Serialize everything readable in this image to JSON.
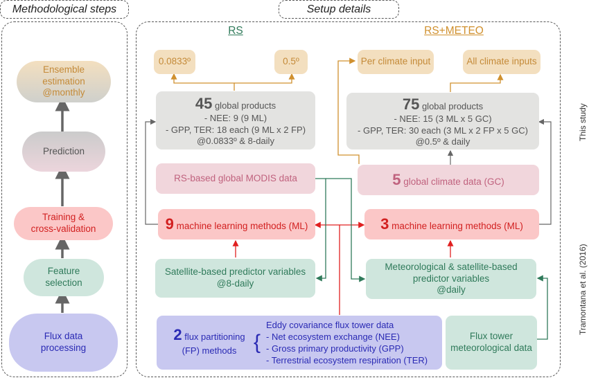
{
  "headers": {
    "methodological": "Methodological steps",
    "setup": "Setup details"
  },
  "columns": {
    "rs": "RS",
    "rsmeteo": "RS+METEO"
  },
  "steps": {
    "ensemble": [
      "Ensemble",
      "estimation",
      "@monthly"
    ],
    "prediction": "Prediction",
    "training": [
      "Training &",
      "cross-validation"
    ],
    "feature": [
      "Feature",
      "selection"
    ],
    "flux": [
      "Flux  data",
      "processing"
    ]
  },
  "rs": {
    "res1": "0.0833º",
    "res2": "0.5º",
    "products_num": "45",
    "products_label": " global products",
    "products_lines": [
      "- NEE: 9 (9 ML)",
      "- GPP, TER: 18 each (9 ML x 2 FP)",
      "@0.0833º & 8-daily"
    ],
    "modis": "RS-based global MODIS data",
    "ml_num": "9",
    "ml_label": " machine learning methods (ML)",
    "predictors": [
      "Satellite-based predictor variables",
      "@8-daily"
    ]
  },
  "rsmeteo": {
    "per_input": "Per climate input",
    "all_inputs": "All climate inputs",
    "products_num": "75",
    "products_label": " global products",
    "products_lines": [
      "- NEE: 15 (3 ML x 5 GC)",
      "- GPP, TER: 30 each (3 ML x 2 FP x 5 GC)",
      "@0.5º & daily"
    ],
    "climate_num": "5",
    "climate_label": " global climate data (GC)",
    "ml_num": "3",
    "ml_label": " machine learning methods (ML)",
    "predictors": [
      "Meteorological & satellite-based",
      "predictor variables",
      "@daily"
    ]
  },
  "flux": {
    "fp_num": "2",
    "fp_label": " flux partitioning",
    "fp_line2": "(FP) methods",
    "ec_title": "Eddy covariance flux tower data",
    "ec_items": [
      "- Net ecosystem exchange (NEE)",
      "- Gross primary productivity (GPP)",
      "- Terrestrial ecosystem respiration (TER)"
    ],
    "met": [
      "Flux tower",
      "meteorological data"
    ]
  },
  "side_labels": {
    "this_study": "This study",
    "tramontana": "Tramontana et al. (2016)"
  },
  "colors": {
    "rs_green": "#2f7a5a",
    "meteo_orange": "#d0902e",
    "red": "#e02020",
    "violet": "#2a2ab4"
  }
}
